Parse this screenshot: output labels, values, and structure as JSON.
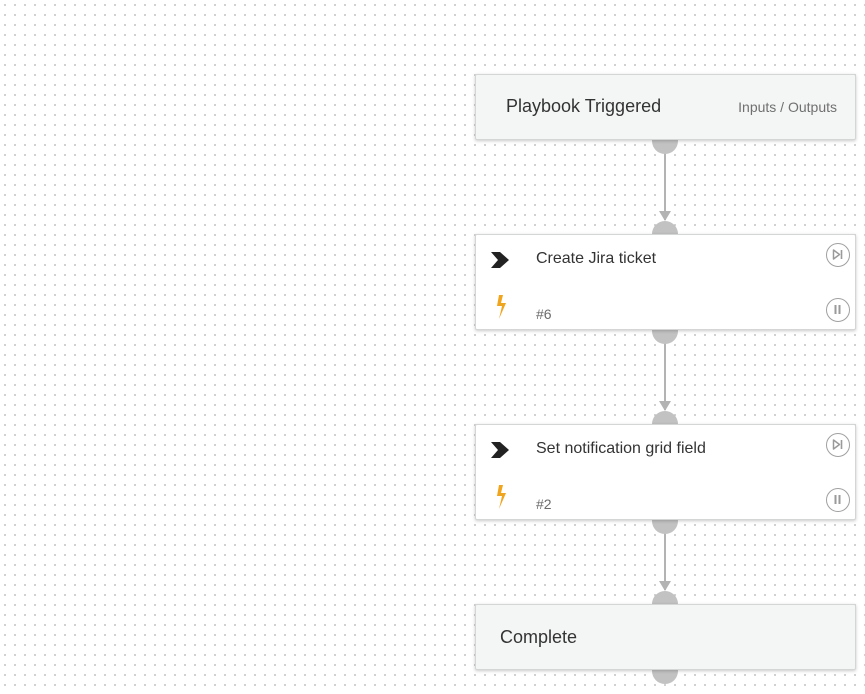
{
  "playbook": {
    "start": {
      "title": "Playbook Triggered",
      "io_link": "Inputs / Outputs"
    },
    "tasks": [
      {
        "title": "Create Jira ticket",
        "id": "#6",
        "type_icon": "chevron-right-icon",
        "trigger_icon": "lightning-bolt-icon",
        "skip_icon": "skip-forward-icon",
        "pause_icon": "pause-icon"
      },
      {
        "title": "Set notification grid field",
        "id": "#2",
        "type_icon": "chevron-right-icon",
        "trigger_icon": "lightning-bolt-icon",
        "skip_icon": "skip-forward-icon",
        "pause_icon": "pause-icon"
      }
    ],
    "end": {
      "title": "Complete"
    }
  },
  "colors": {
    "canvas_dot": "#c4c4c4",
    "connector": "#b3b3b3",
    "port": "#c2c2c2",
    "bolt": "#f0a51e",
    "chevron": "#222222",
    "node_bg": "#f4f5f5"
  }
}
